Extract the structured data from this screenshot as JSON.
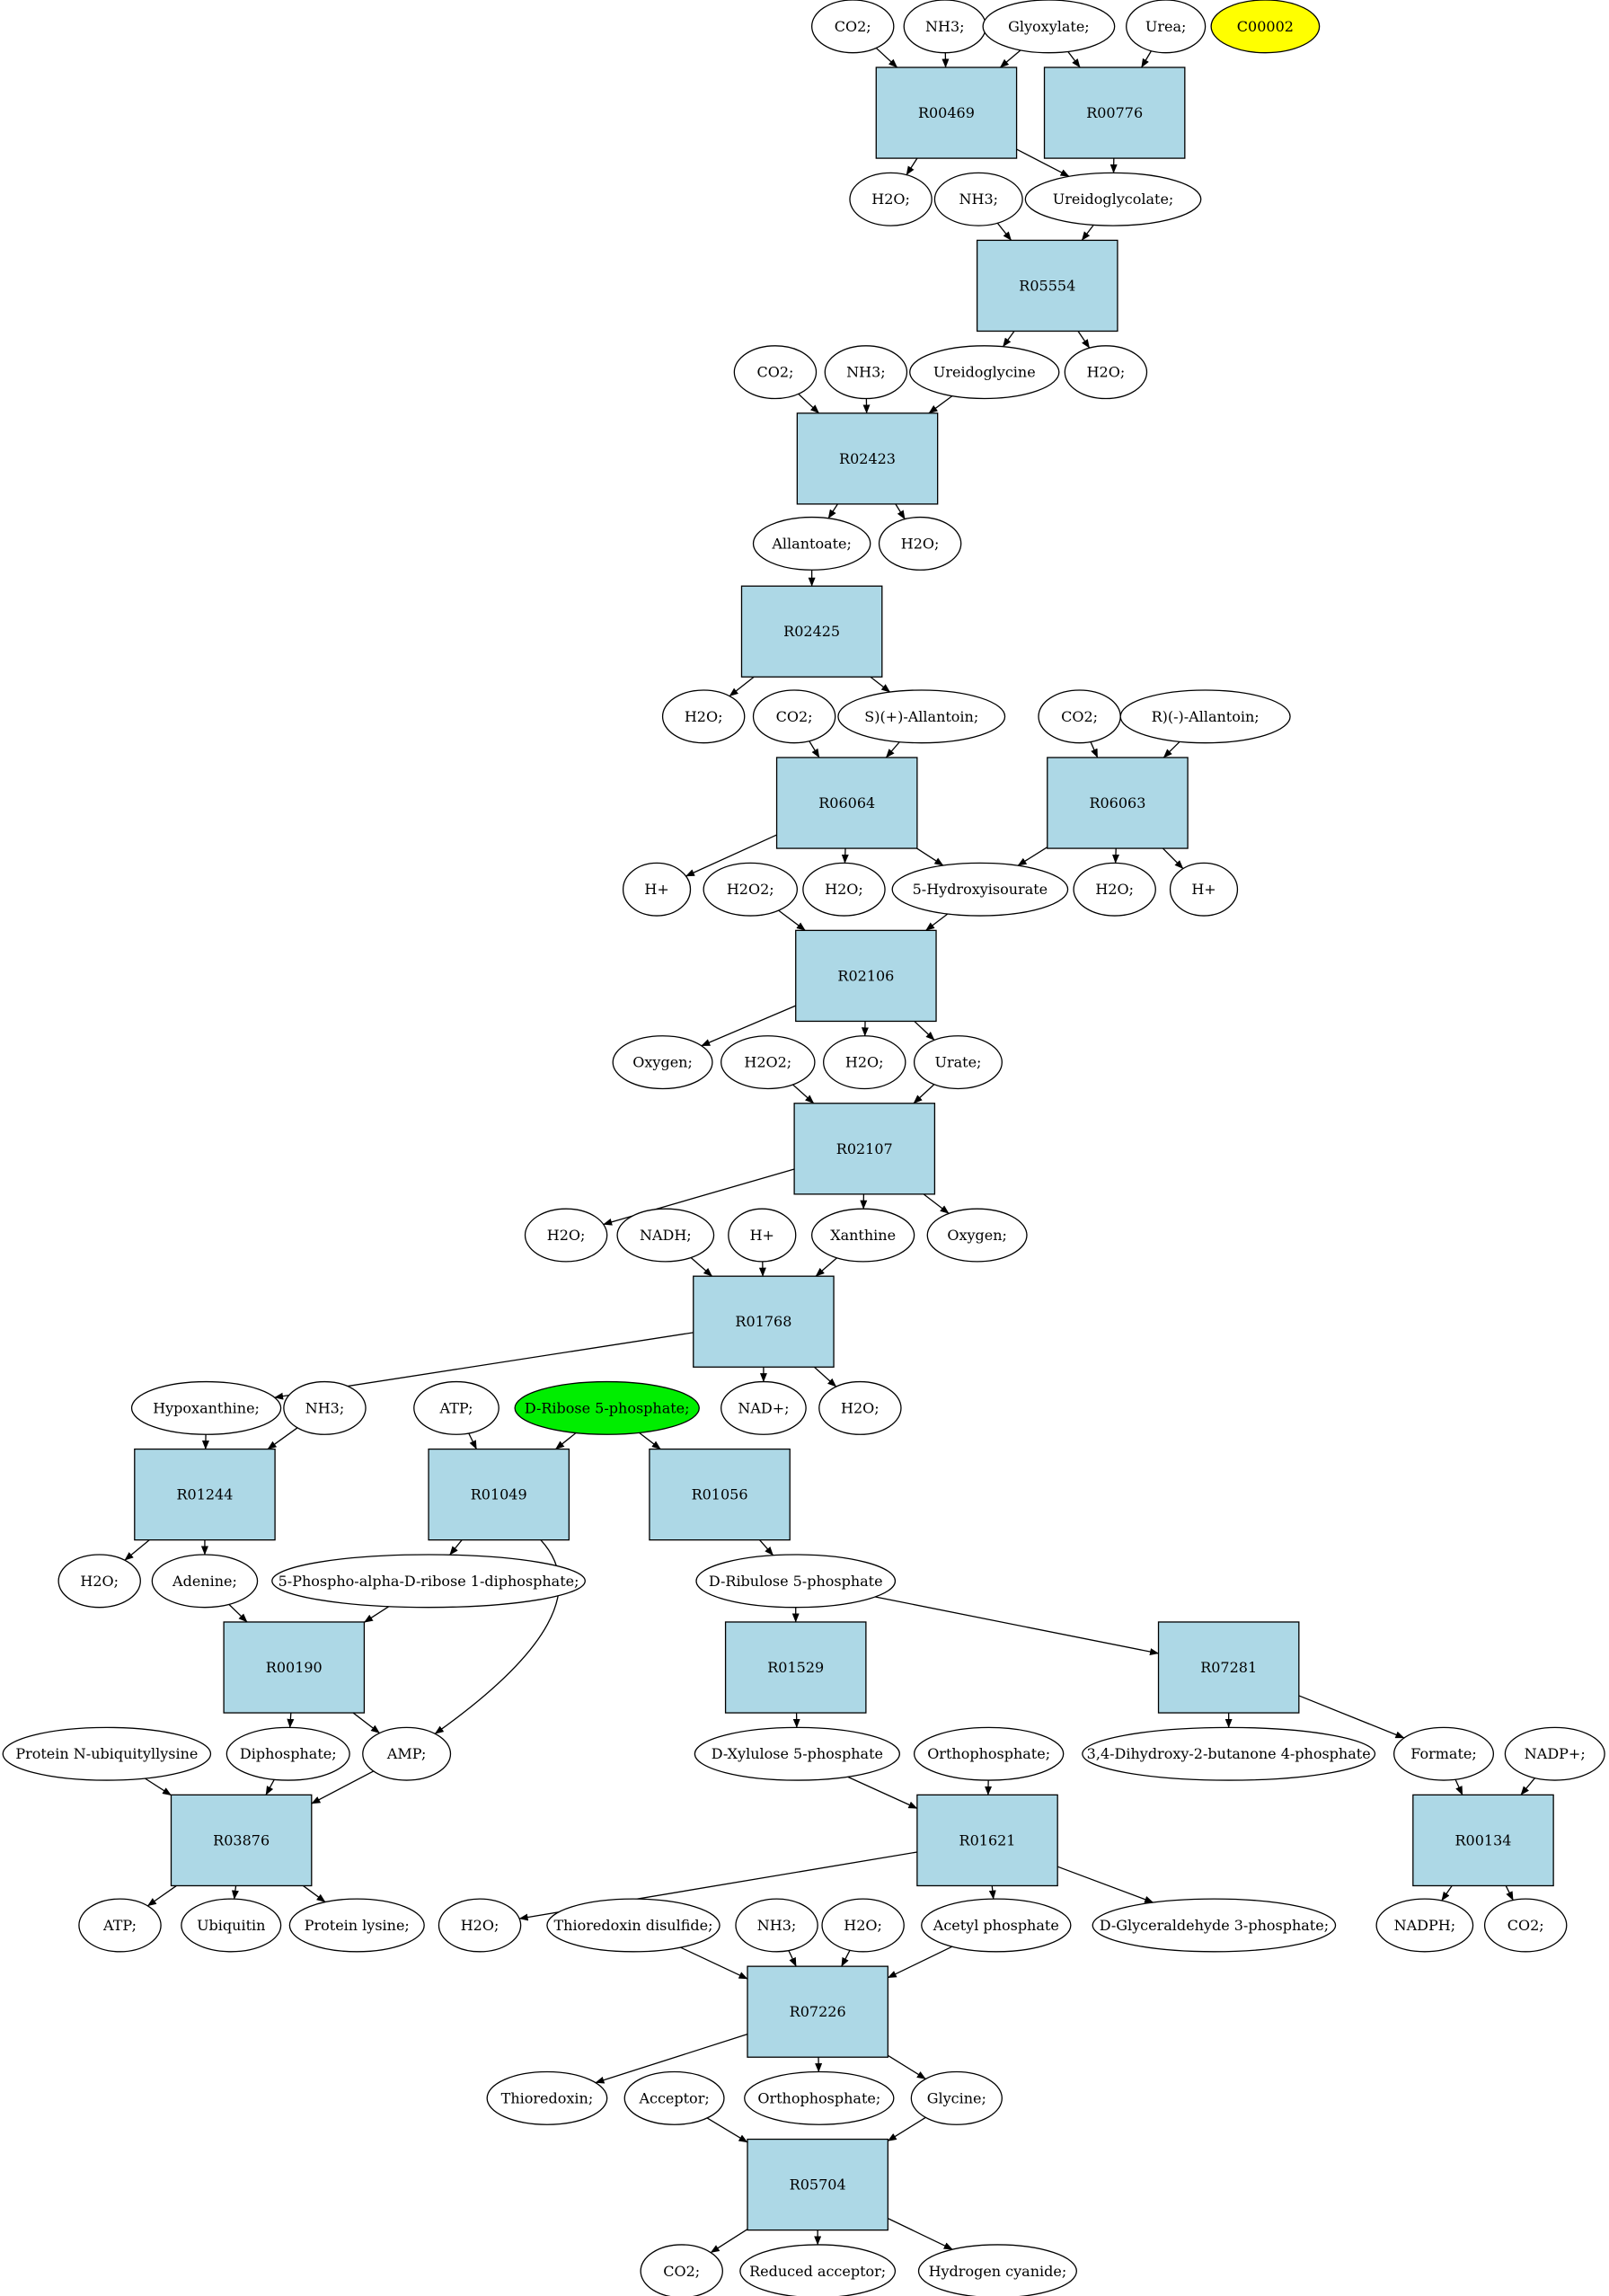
{
  "colors": {
    "reaction_fill": "#add8e6",
    "metabolite_fill": "#ffffff",
    "highlight_yellow": "#ffff00",
    "highlight_green": "#00ee00",
    "edge": "#000000"
  },
  "nodes": [
    {
      "id": "m_co2_1",
      "kind": "metabolite",
      "label": "CO2;"
    },
    {
      "id": "m_nh3_1",
      "kind": "metabolite",
      "label": "NH3;"
    },
    {
      "id": "m_glyoxylate",
      "kind": "metabolite",
      "label": "Glyoxylate;"
    },
    {
      "id": "m_urea",
      "kind": "metabolite",
      "label": "Urea;"
    },
    {
      "id": "m_c00002",
      "kind": "metabolite",
      "label": "C00002",
      "fill": "highlight_yellow"
    },
    {
      "id": "r_R00469",
      "kind": "reaction",
      "label": "R00469"
    },
    {
      "id": "r_R00776",
      "kind": "reaction",
      "label": "R00776"
    },
    {
      "id": "m_h2o_1",
      "kind": "metabolite",
      "label": "H2O;"
    },
    {
      "id": "m_nh3_2",
      "kind": "metabolite",
      "label": "NH3;"
    },
    {
      "id": "m_ureidoglycolate",
      "kind": "metabolite",
      "label": "Ureidoglycolate;"
    },
    {
      "id": "r_R05554",
      "kind": "reaction",
      "label": "R05554"
    },
    {
      "id": "m_co2_2",
      "kind": "metabolite",
      "label": "CO2;"
    },
    {
      "id": "m_nh3_3",
      "kind": "metabolite",
      "label": "NH3;"
    },
    {
      "id": "m_ureidoglycine",
      "kind": "metabolite",
      "label": "Ureidoglycine"
    },
    {
      "id": "m_h2o_2",
      "kind": "metabolite",
      "label": "H2O;"
    },
    {
      "id": "r_R02423",
      "kind": "reaction",
      "label": "R02423"
    },
    {
      "id": "m_allantoate",
      "kind": "metabolite",
      "label": "Allantoate;"
    },
    {
      "id": "m_h2o_3",
      "kind": "metabolite",
      "label": "H2O;"
    },
    {
      "id": "r_R02425",
      "kind": "reaction",
      "label": "R02425"
    },
    {
      "id": "m_h2o_4",
      "kind": "metabolite",
      "label": "H2O;"
    },
    {
      "id": "m_co2_3",
      "kind": "metabolite",
      "label": "CO2;"
    },
    {
      "id": "m_s_allantoin",
      "kind": "metabolite",
      "label": "S)(+)-Allantoin;"
    },
    {
      "id": "m_co2_4",
      "kind": "metabolite",
      "label": "CO2;"
    },
    {
      "id": "m_r_allantoin",
      "kind": "metabolite",
      "label": "R)(-)-Allantoin;"
    },
    {
      "id": "r_R06064",
      "kind": "reaction",
      "label": "R06064"
    },
    {
      "id": "r_R06063",
      "kind": "reaction",
      "label": "R06063"
    },
    {
      "id": "m_hplus_1",
      "kind": "metabolite",
      "label": "H+"
    },
    {
      "id": "m_h2o2_1",
      "kind": "metabolite",
      "label": "H2O2;"
    },
    {
      "id": "m_h2o_5",
      "kind": "metabolite",
      "label": "H2O;"
    },
    {
      "id": "m_5hiu",
      "kind": "metabolite",
      "label": "5-Hydroxyisourate"
    },
    {
      "id": "m_h2o_6",
      "kind": "metabolite",
      "label": "H2O;"
    },
    {
      "id": "m_hplus_2",
      "kind": "metabolite",
      "label": "H+"
    },
    {
      "id": "r_R02106",
      "kind": "reaction",
      "label": "R02106"
    },
    {
      "id": "m_oxygen_1",
      "kind": "metabolite",
      "label": "Oxygen;"
    },
    {
      "id": "m_h2o2_2",
      "kind": "metabolite",
      "label": "H2O2;"
    },
    {
      "id": "m_h2o_7",
      "kind": "metabolite",
      "label": "H2O;"
    },
    {
      "id": "m_urate",
      "kind": "metabolite",
      "label": "Urate;"
    },
    {
      "id": "r_R02107",
      "kind": "reaction",
      "label": "R02107"
    },
    {
      "id": "m_h2o_8",
      "kind": "metabolite",
      "label": "H2O;"
    },
    {
      "id": "m_nadh",
      "kind": "metabolite",
      "label": "NADH;"
    },
    {
      "id": "m_hplus_3",
      "kind": "metabolite",
      "label": "H+"
    },
    {
      "id": "m_xanthine",
      "kind": "metabolite",
      "label": "Xanthine"
    },
    {
      "id": "m_oxygen_2",
      "kind": "metabolite",
      "label": "Oxygen;"
    },
    {
      "id": "r_R01768",
      "kind": "reaction",
      "label": "R01768"
    },
    {
      "id": "m_hypoxanthine",
      "kind": "metabolite",
      "label": "Hypoxanthine;"
    },
    {
      "id": "m_nh3_4",
      "kind": "metabolite",
      "label": "NH3;"
    },
    {
      "id": "m_atp_1",
      "kind": "metabolite",
      "label": "ATP;"
    },
    {
      "id": "m_r5p",
      "kind": "metabolite",
      "label": "D-Ribose 5-phosphate;",
      "fill": "highlight_green"
    },
    {
      "id": "m_nadplus",
      "kind": "metabolite",
      "label": "NAD+;"
    },
    {
      "id": "m_h2o_9",
      "kind": "metabolite",
      "label": "H2O;"
    },
    {
      "id": "r_R01244",
      "kind": "reaction",
      "label": "R01244"
    },
    {
      "id": "r_R01049",
      "kind": "reaction",
      "label": "R01049"
    },
    {
      "id": "r_R01056",
      "kind": "reaction",
      "label": "R01056"
    },
    {
      "id": "m_h2o_10",
      "kind": "metabolite",
      "label": "H2O;"
    },
    {
      "id": "m_adenine",
      "kind": "metabolite",
      "label": "Adenine;"
    },
    {
      "id": "m_prpp",
      "kind": "metabolite",
      "label": "5-Phospho-alpha-D-ribose 1-diphosphate;"
    },
    {
      "id": "m_ru5p",
      "kind": "metabolite",
      "label": "D-Ribulose 5-phosphate"
    },
    {
      "id": "r_R00190",
      "kind": "reaction",
      "label": "R00190"
    },
    {
      "id": "r_R01529",
      "kind": "reaction",
      "label": "R01529"
    },
    {
      "id": "r_R07281",
      "kind": "reaction",
      "label": "R07281"
    },
    {
      "id": "m_pnul",
      "kind": "metabolite",
      "label": "Protein N-ubiquityllysine"
    },
    {
      "id": "m_diphosphate",
      "kind": "metabolite",
      "label": "Diphosphate;"
    },
    {
      "id": "m_amp",
      "kind": "metabolite",
      "label": "AMP;"
    },
    {
      "id": "m_xu5p",
      "kind": "metabolite",
      "label": "D-Xylulose 5-phosphate"
    },
    {
      "id": "m_orthophosphate_1",
      "kind": "metabolite",
      "label": "Orthophosphate;"
    },
    {
      "id": "m_dhbp",
      "kind": "metabolite",
      "label": "3,4-Dihydroxy-2-butanone 4-phosphate"
    },
    {
      "id": "m_formate",
      "kind": "metabolite",
      "label": "Formate;"
    },
    {
      "id": "m_nadpplus",
      "kind": "metabolite",
      "label": "NADP+;"
    },
    {
      "id": "r_R03876",
      "kind": "reaction",
      "label": "R03876"
    },
    {
      "id": "r_R01621",
      "kind": "reaction",
      "label": "R01621"
    },
    {
      "id": "r_R00134",
      "kind": "reaction",
      "label": "R00134"
    },
    {
      "id": "m_atp_2",
      "kind": "metabolite",
      "label": "ATP;"
    },
    {
      "id": "m_ubiquitin",
      "kind": "metabolite",
      "label": "Ubiquitin"
    },
    {
      "id": "m_protein_lysine",
      "kind": "metabolite",
      "label": "Protein lysine;"
    },
    {
      "id": "m_h2o_11",
      "kind": "metabolite",
      "label": "H2O;"
    },
    {
      "id": "m_trx_disulfide",
      "kind": "metabolite",
      "label": "Thioredoxin disulfide;"
    },
    {
      "id": "m_nh3_5",
      "kind": "metabolite",
      "label": "NH3;"
    },
    {
      "id": "m_h2o_12",
      "kind": "metabolite",
      "label": "H2O;"
    },
    {
      "id": "m_acetyl_phosphate",
      "kind": "metabolite",
      "label": "Acetyl phosphate"
    },
    {
      "id": "m_g3p",
      "kind": "metabolite",
      "label": "D-Glyceraldehyde 3-phosphate;"
    },
    {
      "id": "m_nadph",
      "kind": "metabolite",
      "label": "NADPH;"
    },
    {
      "id": "m_co2_5",
      "kind": "metabolite",
      "label": "CO2;"
    },
    {
      "id": "r_R07226",
      "kind": "reaction",
      "label": "R07226"
    },
    {
      "id": "m_thioredoxin",
      "kind": "metabolite",
      "label": "Thioredoxin;"
    },
    {
      "id": "m_acceptor",
      "kind": "metabolite",
      "label": "Acceptor;"
    },
    {
      "id": "m_orthophosphate_2",
      "kind": "metabolite",
      "label": "Orthophosphate;"
    },
    {
      "id": "m_glycine",
      "kind": "metabolite",
      "label": "Glycine;"
    },
    {
      "id": "r_R05704",
      "kind": "reaction",
      "label": "R05704"
    },
    {
      "id": "m_co2_6",
      "kind": "metabolite",
      "label": "CO2;"
    },
    {
      "id": "m_reduced_acceptor",
      "kind": "metabolite",
      "label": "Reduced acceptor;"
    },
    {
      "id": "m_hcn",
      "kind": "metabolite",
      "label": "Hydrogen cyanide;"
    }
  ],
  "edges": [
    [
      "m_co2_1",
      "r_R00469"
    ],
    [
      "m_nh3_1",
      "r_R00469"
    ],
    [
      "m_glyoxylate",
      "r_R00469"
    ],
    [
      "m_glyoxylate",
      "r_R00776"
    ],
    [
      "m_urea",
      "r_R00776"
    ],
    [
      "r_R00469",
      "m_h2o_1"
    ],
    [
      "r_R00469",
      "m_ureidoglycolate"
    ],
    [
      "r_R00776",
      "m_ureidoglycolate"
    ],
    [
      "m_nh3_2",
      "r_R05554"
    ],
    [
      "m_ureidoglycolate",
      "r_R05554"
    ],
    [
      "r_R05554",
      "m_ureidoglycine"
    ],
    [
      "r_R05554",
      "m_h2o_2"
    ],
    [
      "m_co2_2",
      "r_R02423"
    ],
    [
      "m_nh3_3",
      "r_R02423"
    ],
    [
      "m_ureidoglycine",
      "r_R02423"
    ],
    [
      "r_R02423",
      "m_allantoate"
    ],
    [
      "r_R02423",
      "m_h2o_3"
    ],
    [
      "m_allantoate",
      "r_R02425"
    ],
    [
      "r_R02425",
      "m_h2o_4"
    ],
    [
      "r_R02425",
      "m_s_allantoin"
    ],
    [
      "m_co2_3",
      "r_R06064"
    ],
    [
      "m_s_allantoin",
      "r_R06064"
    ],
    [
      "m_co2_4",
      "r_R06063"
    ],
    [
      "m_r_allantoin",
      "r_R06063"
    ],
    [
      "r_R06064",
      "m_hplus_1"
    ],
    [
      "r_R06064",
      "m_h2o_5"
    ],
    [
      "r_R06064",
      "m_5hiu"
    ],
    [
      "r_R06063",
      "m_5hiu"
    ],
    [
      "r_R06063",
      "m_h2o_6"
    ],
    [
      "r_R06063",
      "m_hplus_2"
    ],
    [
      "m_h2o2_1",
      "r_R02106"
    ],
    [
      "m_5hiu",
      "r_R02106"
    ],
    [
      "r_R02106",
      "m_oxygen_1"
    ],
    [
      "r_R02106",
      "m_h2o_7"
    ],
    [
      "r_R02106",
      "m_urate"
    ],
    [
      "m_h2o2_2",
      "r_R02107"
    ],
    [
      "m_urate",
      "r_R02107"
    ],
    [
      "r_R02107",
      "m_h2o_8"
    ],
    [
      "r_R02107",
      "m_xanthine"
    ],
    [
      "r_R02107",
      "m_oxygen_2"
    ],
    [
      "m_nadh",
      "r_R01768"
    ],
    [
      "m_hplus_3",
      "r_R01768"
    ],
    [
      "m_xanthine",
      "r_R01768"
    ],
    [
      "r_R01768",
      "m_hypoxanthine"
    ],
    [
      "r_R01768",
      "m_nadplus"
    ],
    [
      "r_R01768",
      "m_h2o_9"
    ],
    [
      "m_hypoxanthine",
      "r_R01244"
    ],
    [
      "m_nh3_4",
      "r_R01244"
    ],
    [
      "m_atp_1",
      "r_R01049"
    ],
    [
      "m_r5p",
      "r_R01049"
    ],
    [
      "m_r5p",
      "r_R01056"
    ],
    [
      "r_R01244",
      "m_h2o_10"
    ],
    [
      "r_R01244",
      "m_adenine"
    ],
    [
      "r_R01049",
      "m_prpp"
    ],
    [
      "r_R01049",
      "m_amp"
    ],
    [
      "r_R01056",
      "m_ru5p"
    ],
    [
      "m_adenine",
      "r_R00190"
    ],
    [
      "m_prpp",
      "r_R00190"
    ],
    [
      "m_ru5p",
      "r_R01529"
    ],
    [
      "m_ru5p",
      "r_R07281"
    ],
    [
      "r_R00190",
      "m_diphosphate"
    ],
    [
      "r_R00190",
      "m_amp"
    ],
    [
      "r_R01529",
      "m_xu5p"
    ],
    [
      "r_R07281",
      "m_dhbp"
    ],
    [
      "r_R07281",
      "m_formate"
    ],
    [
      "m_pnul",
      "r_R03876"
    ],
    [
      "m_diphosphate",
      "r_R03876"
    ],
    [
      "m_amp",
      "r_R03876"
    ],
    [
      "m_xu5p",
      "r_R01621"
    ],
    [
      "m_orthophosphate_1",
      "r_R01621"
    ],
    [
      "m_formate",
      "r_R00134"
    ],
    [
      "m_nadpplus",
      "r_R00134"
    ],
    [
      "r_R03876",
      "m_atp_2"
    ],
    [
      "r_R03876",
      "m_ubiquitin"
    ],
    [
      "r_R03876",
      "m_protein_lysine"
    ],
    [
      "r_R01621",
      "m_h2o_11"
    ],
    [
      "r_R01621",
      "m_acetyl_phosphate"
    ],
    [
      "r_R01621",
      "m_g3p"
    ],
    [
      "r_R00134",
      "m_nadph"
    ],
    [
      "r_R00134",
      "m_co2_5"
    ],
    [
      "m_trx_disulfide",
      "r_R07226"
    ],
    [
      "m_nh3_5",
      "r_R07226"
    ],
    [
      "m_h2o_12",
      "r_R07226"
    ],
    [
      "m_acetyl_phosphate",
      "r_R07226"
    ],
    [
      "r_R07226",
      "m_thioredoxin"
    ],
    [
      "r_R07226",
      "m_orthophosphate_2"
    ],
    [
      "r_R07226",
      "m_glycine"
    ],
    [
      "m_acceptor",
      "r_R05704"
    ],
    [
      "m_glycine",
      "r_R05704"
    ],
    [
      "r_R05704",
      "m_co2_6"
    ],
    [
      "r_R05704",
      "m_reduced_acceptor"
    ],
    [
      "r_R05704",
      "m_hcn"
    ]
  ]
}
